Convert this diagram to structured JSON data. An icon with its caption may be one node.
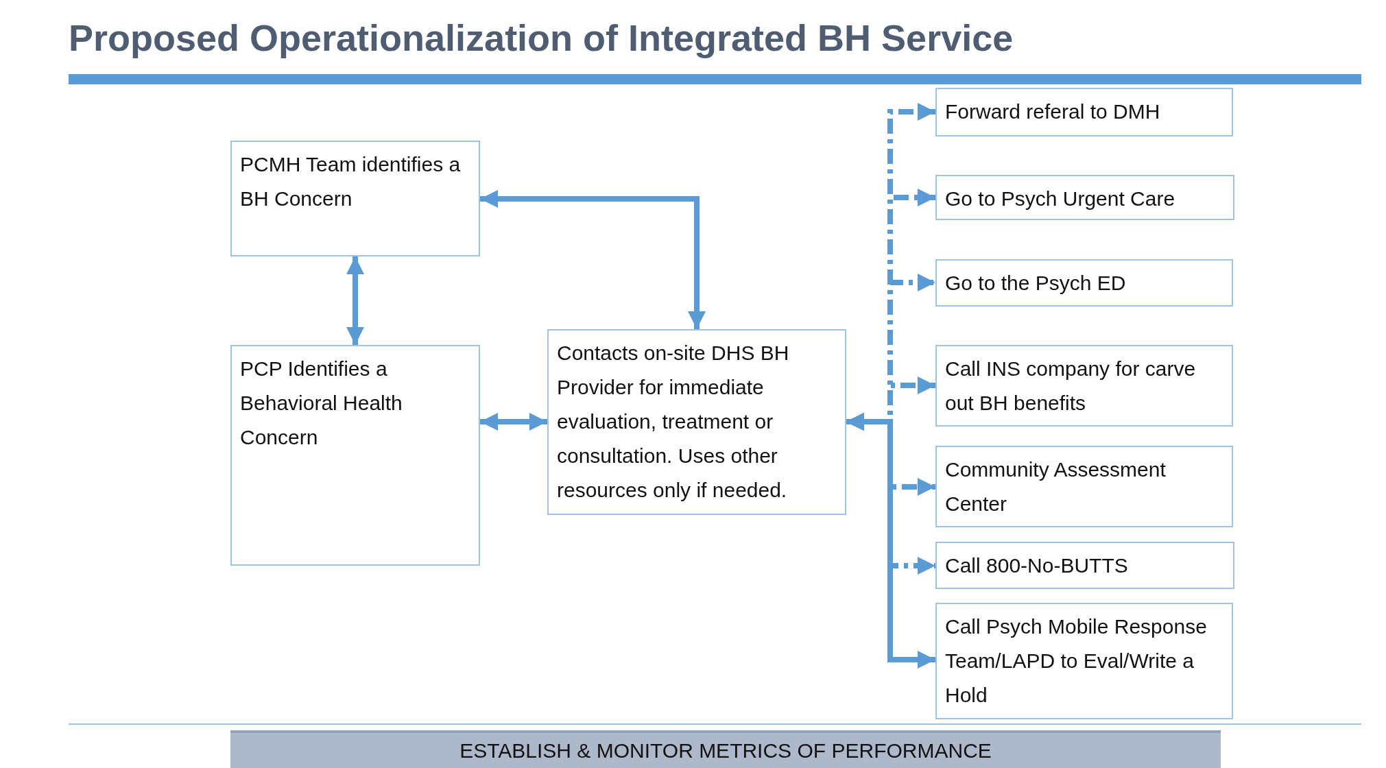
{
  "diagram": {
    "title": "Proposed Operationalization of Integrated BH Service",
    "nodes": [
      {
        "text": [
          "PCMH Team identifies a BH Concern"
        ]
      },
      {
        "text": [
          "PCP Identifies a Behavioral Health Concern"
        ]
      },
      {
        "text": [
          "Contacts on-site DHS BH Provider for immediate evaluation, treatment or consultation. Uses other resources only if needed."
        ]
      },
      {
        "text": [
          "Forward referal to DMH"
        ]
      },
      {
        "text": [
          "Go to Psych Urgent Care"
        ]
      },
      {
        "text": [
          "Go to the Psych ED"
        ]
      },
      {
        "text": [
          "Call INS company for carve out BH benefits"
        ]
      },
      {
        "text": [
          "Community Assessment Center"
        ]
      },
      {
        "text": [
          "Call 800-No-BUTTS"
        ]
      },
      {
        "text": [
          "Call Psych Mobile Response Team/LAPD to Eval/Write a Hold"
        ]
      },
      {
        "text": [
          "ESTABLISH & MONITOR METRICS OF PERFORMANCE"
        ]
      }
    ],
    "edges": [
      {
        "from": 0,
        "to": 1,
        "arrow": "both"
      },
      {
        "from": 2,
        "to": 0,
        "arrow": "both"
      },
      {
        "from": 1,
        "to": 2,
        "arrow": "both"
      },
      {
        "from": 2,
        "to": 3,
        "arrow": "both",
        "style": "dashed"
      },
      {
        "from": 2,
        "to": 4,
        "arrow": "both",
        "style": "dashed"
      },
      {
        "from": 2,
        "to": 5,
        "arrow": "both",
        "style": "dashed"
      },
      {
        "from": 2,
        "to": 6,
        "arrow": "both",
        "style": "dashed"
      },
      {
        "from": 2,
        "to": 7,
        "arrow": "both",
        "style": "dashed"
      },
      {
        "from": 2,
        "to": 8,
        "arrow": "both",
        "style": "dashed"
      },
      {
        "from": 2,
        "to": 9,
        "arrow": "both"
      }
    ]
  }
}
